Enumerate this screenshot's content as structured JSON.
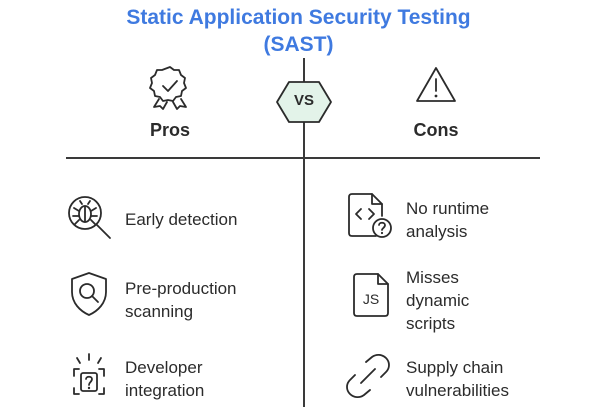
{
  "title": {
    "line1": "Static Application Security Testing",
    "line2": "(SAST)"
  },
  "vs_label": "VS",
  "pros": {
    "heading": "Pros",
    "icon": "ribbon-check-icon",
    "items": [
      {
        "icon": "bug-magnifier-icon",
        "line1": "Early detection",
        "line2": ""
      },
      {
        "icon": "shield-search-icon",
        "line1": "Pre-production",
        "line2": "scanning"
      },
      {
        "icon": "question-bracket-icon",
        "line1": "Developer",
        "line2": "integration"
      }
    ]
  },
  "cons": {
    "heading": "Cons",
    "icon": "warning-triangle-icon",
    "items": [
      {
        "icon": "code-file-question-icon",
        "line1": "No runtime",
        "line2": "analysis",
        "line3": ""
      },
      {
        "icon": "js-file-icon",
        "line1": "Misses",
        "line2": "dynamic",
        "line3": "scripts",
        "glyph": "JS"
      },
      {
        "icon": "broken-link-icon",
        "line1": "Supply chain",
        "line2": "vulnerabilities",
        "line3": ""
      }
    ]
  },
  "colors": {
    "title": "#3f7ae0",
    "vs_fill": "#e3f3e9",
    "text": "#2b2b2b"
  }
}
